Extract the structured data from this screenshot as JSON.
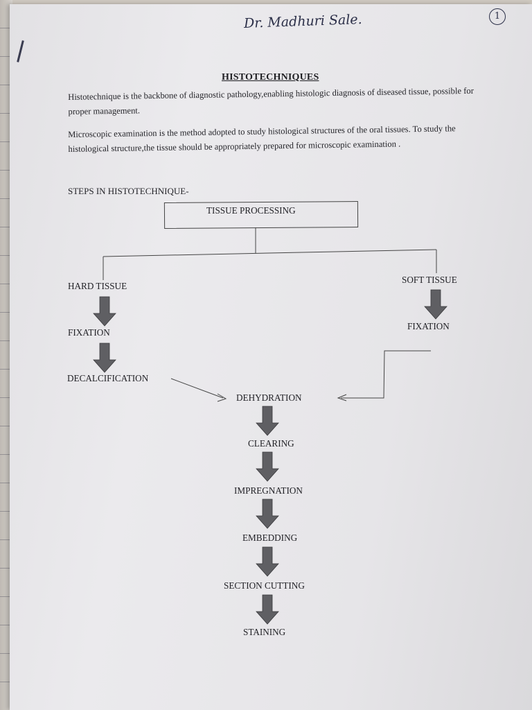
{
  "header": {
    "author": "Dr. Madhuri Sale.",
    "page_number": "1"
  },
  "document": {
    "title": "HISTOTECHNIQUES",
    "paragraph1": "Histotechnique is the backbone of diagnostic pathology,enabling histologic diagnosis of diseased tissue, possible for proper management.",
    "paragraph2": "Microscopic examination is the method adopted to study histological structures of the oral tissues. To study the histological structure,the tissue should be appropriately prepared for microscopic examination .",
    "steps_heading": "STEPS IN HISTOTECHNIQUE-"
  },
  "flowchart": {
    "root": "TISSUE PROCESSING",
    "hard_tissue": "HARD TISSUE",
    "soft_tissue": "SOFT TISSUE",
    "hard_fixation": "FIXATION",
    "soft_fixation": "FIXATION",
    "decalcification": "DECALCIFICATION",
    "main_steps": [
      "DEHYDRATION",
      "CLEARING",
      "IMPREGNATION",
      "EMBEDDING",
      "SECTION CUTTING",
      "STAINING"
    ]
  },
  "colors": {
    "arrow_fill": "#5f5f63",
    "ink": "#2b2f48"
  }
}
